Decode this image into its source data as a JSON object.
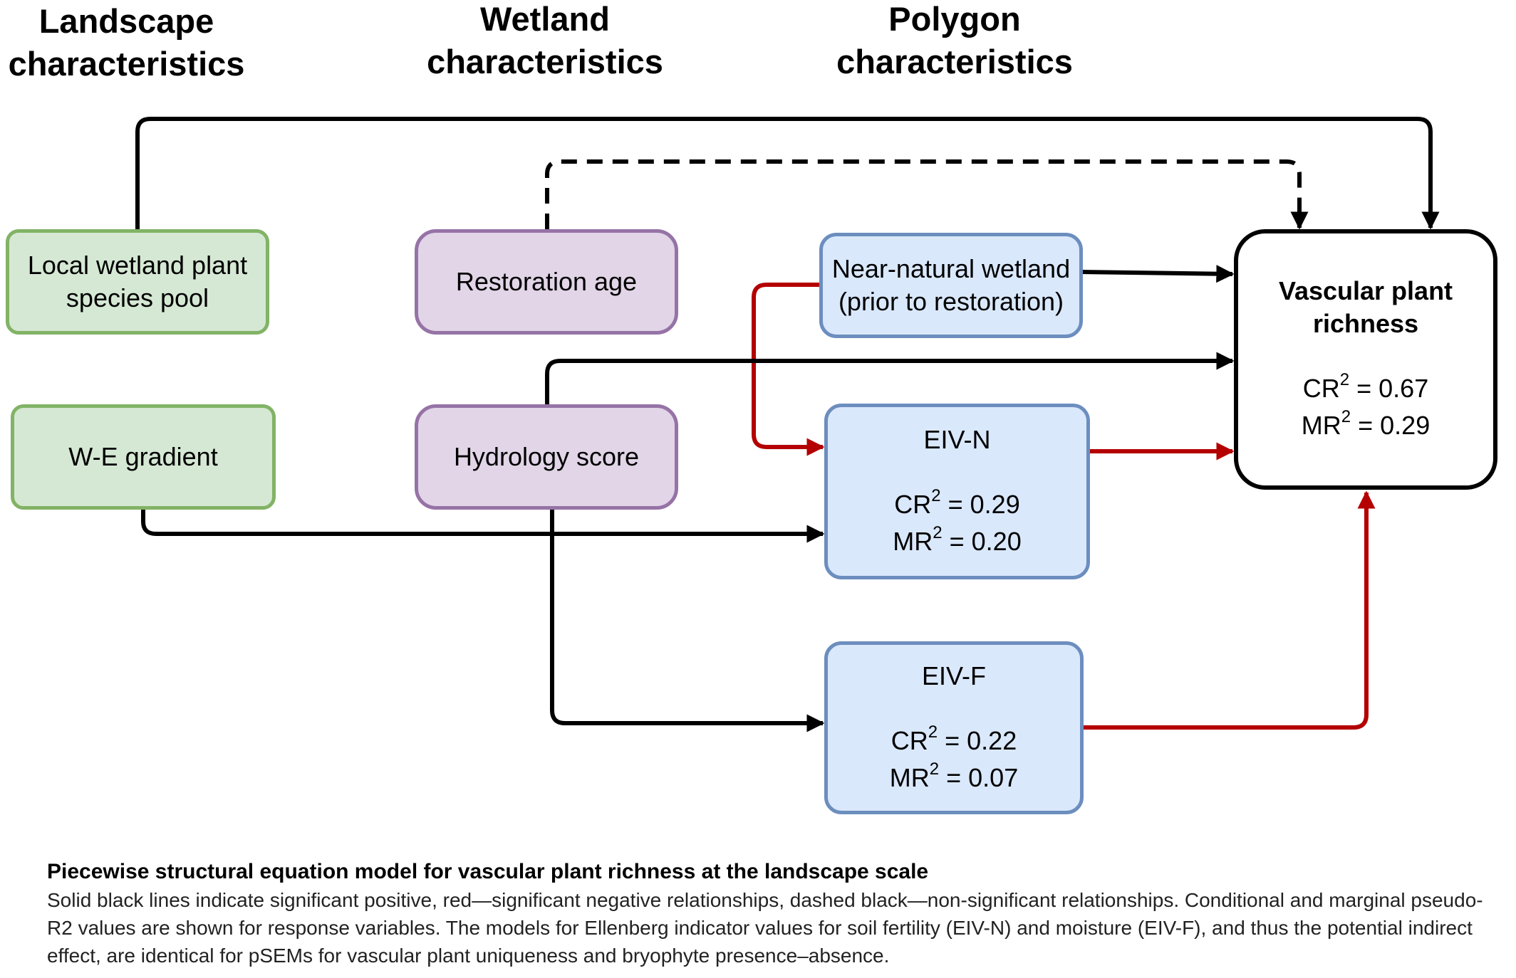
{
  "headers": {
    "landscape": "Landscape\ncharacteristics",
    "wetland": "Wetland\ncharacteristics",
    "polygon": "Polygon\ncharacteristics"
  },
  "nodes": {
    "species_pool": "Local wetland plant\nspecies pool",
    "we_gradient": "W-E gradient",
    "restoration_age": "Restoration age",
    "hydrology_score": "Hydrology score",
    "near_natural": "Near-natural wetland\n(prior to restoration)",
    "eiv_n": {
      "label": "EIV-N",
      "cr_prefix": "CR",
      "cr_value": " = 0.29",
      "mr_prefix": "MR",
      "mr_value": " = 0.20",
      "sup": "2"
    },
    "eiv_f": {
      "label": "EIV-F",
      "cr_prefix": "CR",
      "cr_value": " = 0.22",
      "mr_prefix": "MR",
      "mr_value": " = 0.07",
      "sup": "2"
    },
    "richness": {
      "label": "Vascular plant\nrichness",
      "cr_prefix": "CR",
      "cr_value": " = 0.67",
      "mr_prefix": "MR",
      "mr_value": " = 0.29",
      "sup": "2"
    }
  },
  "edges": [
    {
      "from": "Local wetland plant species pool",
      "to": "Vascular plant richness",
      "style": "solid",
      "color": "#000000"
    },
    {
      "from": "Restoration age",
      "to": "Vascular plant richness",
      "style": "dashed",
      "color": "#000000"
    },
    {
      "from": "Near-natural wetland (prior to restoration)",
      "to": "Vascular plant richness",
      "style": "solid",
      "color": "#000000"
    },
    {
      "from": "Near-natural wetland (prior to restoration)",
      "to": "EIV-N",
      "style": "solid",
      "color": "#b40000"
    },
    {
      "from": "Hydrology score",
      "to": "Vascular plant richness",
      "style": "solid",
      "color": "#000000"
    },
    {
      "from": "EIV-N",
      "to": "Vascular plant richness",
      "style": "solid",
      "color": "#b40000"
    },
    {
      "from": "W-E gradient",
      "to": "EIV-N",
      "style": "solid",
      "color": "#000000"
    },
    {
      "from": "Hydrology score",
      "to": "EIV-F",
      "style": "solid",
      "color": "#000000"
    },
    {
      "from": "EIV-F",
      "to": "Vascular plant richness",
      "style": "solid",
      "color": "#b40000"
    }
  ],
  "colors": {
    "positive": "#000000",
    "negative": "#b40000",
    "landscape_fill": "#d5e8d4",
    "landscape_border": "#82b366",
    "wetland_fill": "#e1d5e7",
    "wetland_border": "#9673a6",
    "polygon_fill": "#dae8fc",
    "polygon_border": "#6c8ebf"
  },
  "caption": {
    "title": "Piecewise structural equation model for vascular plant richness at the landscape scale",
    "body": "Solid black lines indicate significant positive, red—significant negative relationships, dashed black—non-significant relationships. Conditional and marginal pseudo-R2 values are shown for response variables. The models for Ellenberg indicator values for soil fertility (EIV-N) and moisture (EIV-F), and thus the potential indirect effect, are identical for pSEMs for vascular plant uniqueness and bryophyte presence–absence."
  }
}
